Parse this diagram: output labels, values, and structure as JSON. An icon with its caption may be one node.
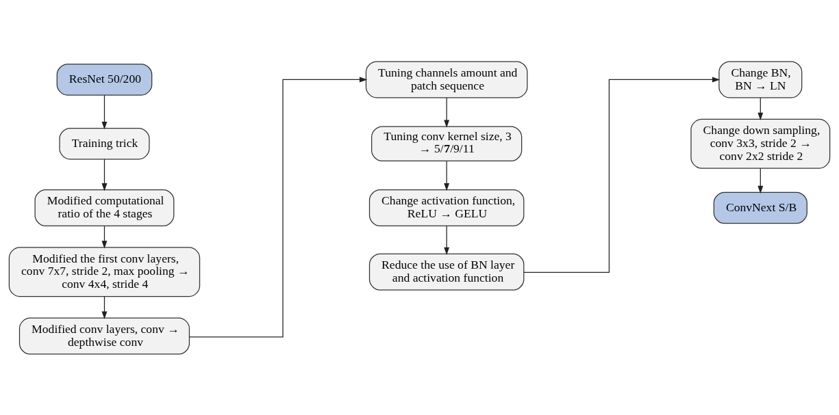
{
  "diagram": {
    "nodes": [
      {
        "text": [
          "ResNet 50/200"
        ]
      },
      {
        "text": [
          "Training trick"
        ]
      },
      {
        "text": [
          "Modified computational ratio of the 4 stages"
        ]
      },
      {
        "text": [
          "Modified the first conv layers, conv 7x7, stride 2, max pooling → conv 4x4, stride 4"
        ]
      },
      {
        "text": [
          "Modified conv layers, conv → depthwise conv"
        ]
      },
      {
        "text": [
          "Tuning channels amount and patch sequence"
        ]
      },
      {
        "text": [
          "Tuning conv kernel size, 3 → 5/**7**/9/11"
        ]
      },
      {
        "text": [
          "Change activation function, ReLU → GELU"
        ]
      },
      {
        "text": [
          "Reduce the use of BN layer and activation function"
        ]
      },
      {
        "text": [
          "Change BN, BN → LN"
        ]
      },
      {
        "text": [
          "Change down sampling, conv 3x3, stride 2 → conv 2x2 stride 2"
        ]
      },
      {
        "text": [
          "ConvNext S/B"
        ]
      }
    ],
    "edges": [
      {
        "from": 0,
        "to": 1,
        "arrow": "to"
      },
      {
        "from": 1,
        "to": 2,
        "arrow": "to"
      },
      {
        "from": 2,
        "to": 3,
        "arrow": "to"
      },
      {
        "from": 3,
        "to": 4,
        "arrow": "to"
      },
      {
        "from": 4,
        "to": 5,
        "arrow": "to"
      },
      {
        "from": 5,
        "to": 6,
        "arrow": "to"
      },
      {
        "from": 6,
        "to": 7,
        "arrow": "to"
      },
      {
        "from": 7,
        "to": 8,
        "arrow": "to"
      },
      {
        "from": 8,
        "to": 9,
        "arrow": "to"
      },
      {
        "from": 9,
        "to": 10,
        "arrow": "to"
      },
      {
        "from": 10,
        "to": 11,
        "arrow": "to"
      }
    ]
  }
}
